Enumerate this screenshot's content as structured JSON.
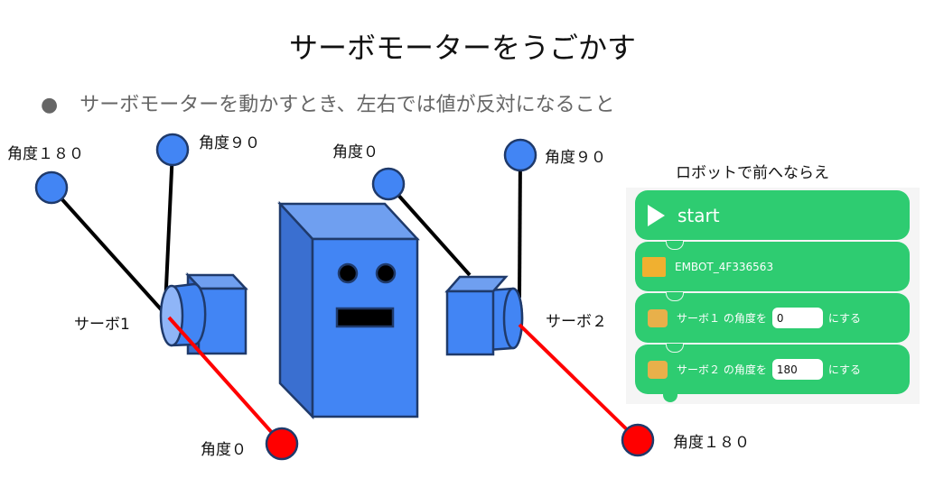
{
  "title": "サーボモーターをうごかす",
  "bullet": "サーボモーターを動かすとき、左右では値が反対になること",
  "bullet_marker": "●",
  "labels": {
    "left_180": "角度１８０",
    "left_90": "角度９０",
    "left_servo": "サーボ1",
    "left_0": "角度０",
    "right_0": "角度０",
    "right_90": "角度９０",
    "right_servo": "サーボ２",
    "right_180": "角度１８０"
  },
  "panel": {
    "caption": "ロボットで前へならえ",
    "start": "start",
    "device": "EMBOT_4F336563",
    "rows": [
      {
        "prefix": "サーボ１ の角度を",
        "value": "0",
        "suffix": "にする"
      },
      {
        "prefix": "サーボ２ の角度を",
        "value": "180",
        "suffix": "にする"
      }
    ]
  },
  "colors": {
    "blue": "#4285f4",
    "red": "#ff0000",
    "block_green": "#2ecc71"
  }
}
